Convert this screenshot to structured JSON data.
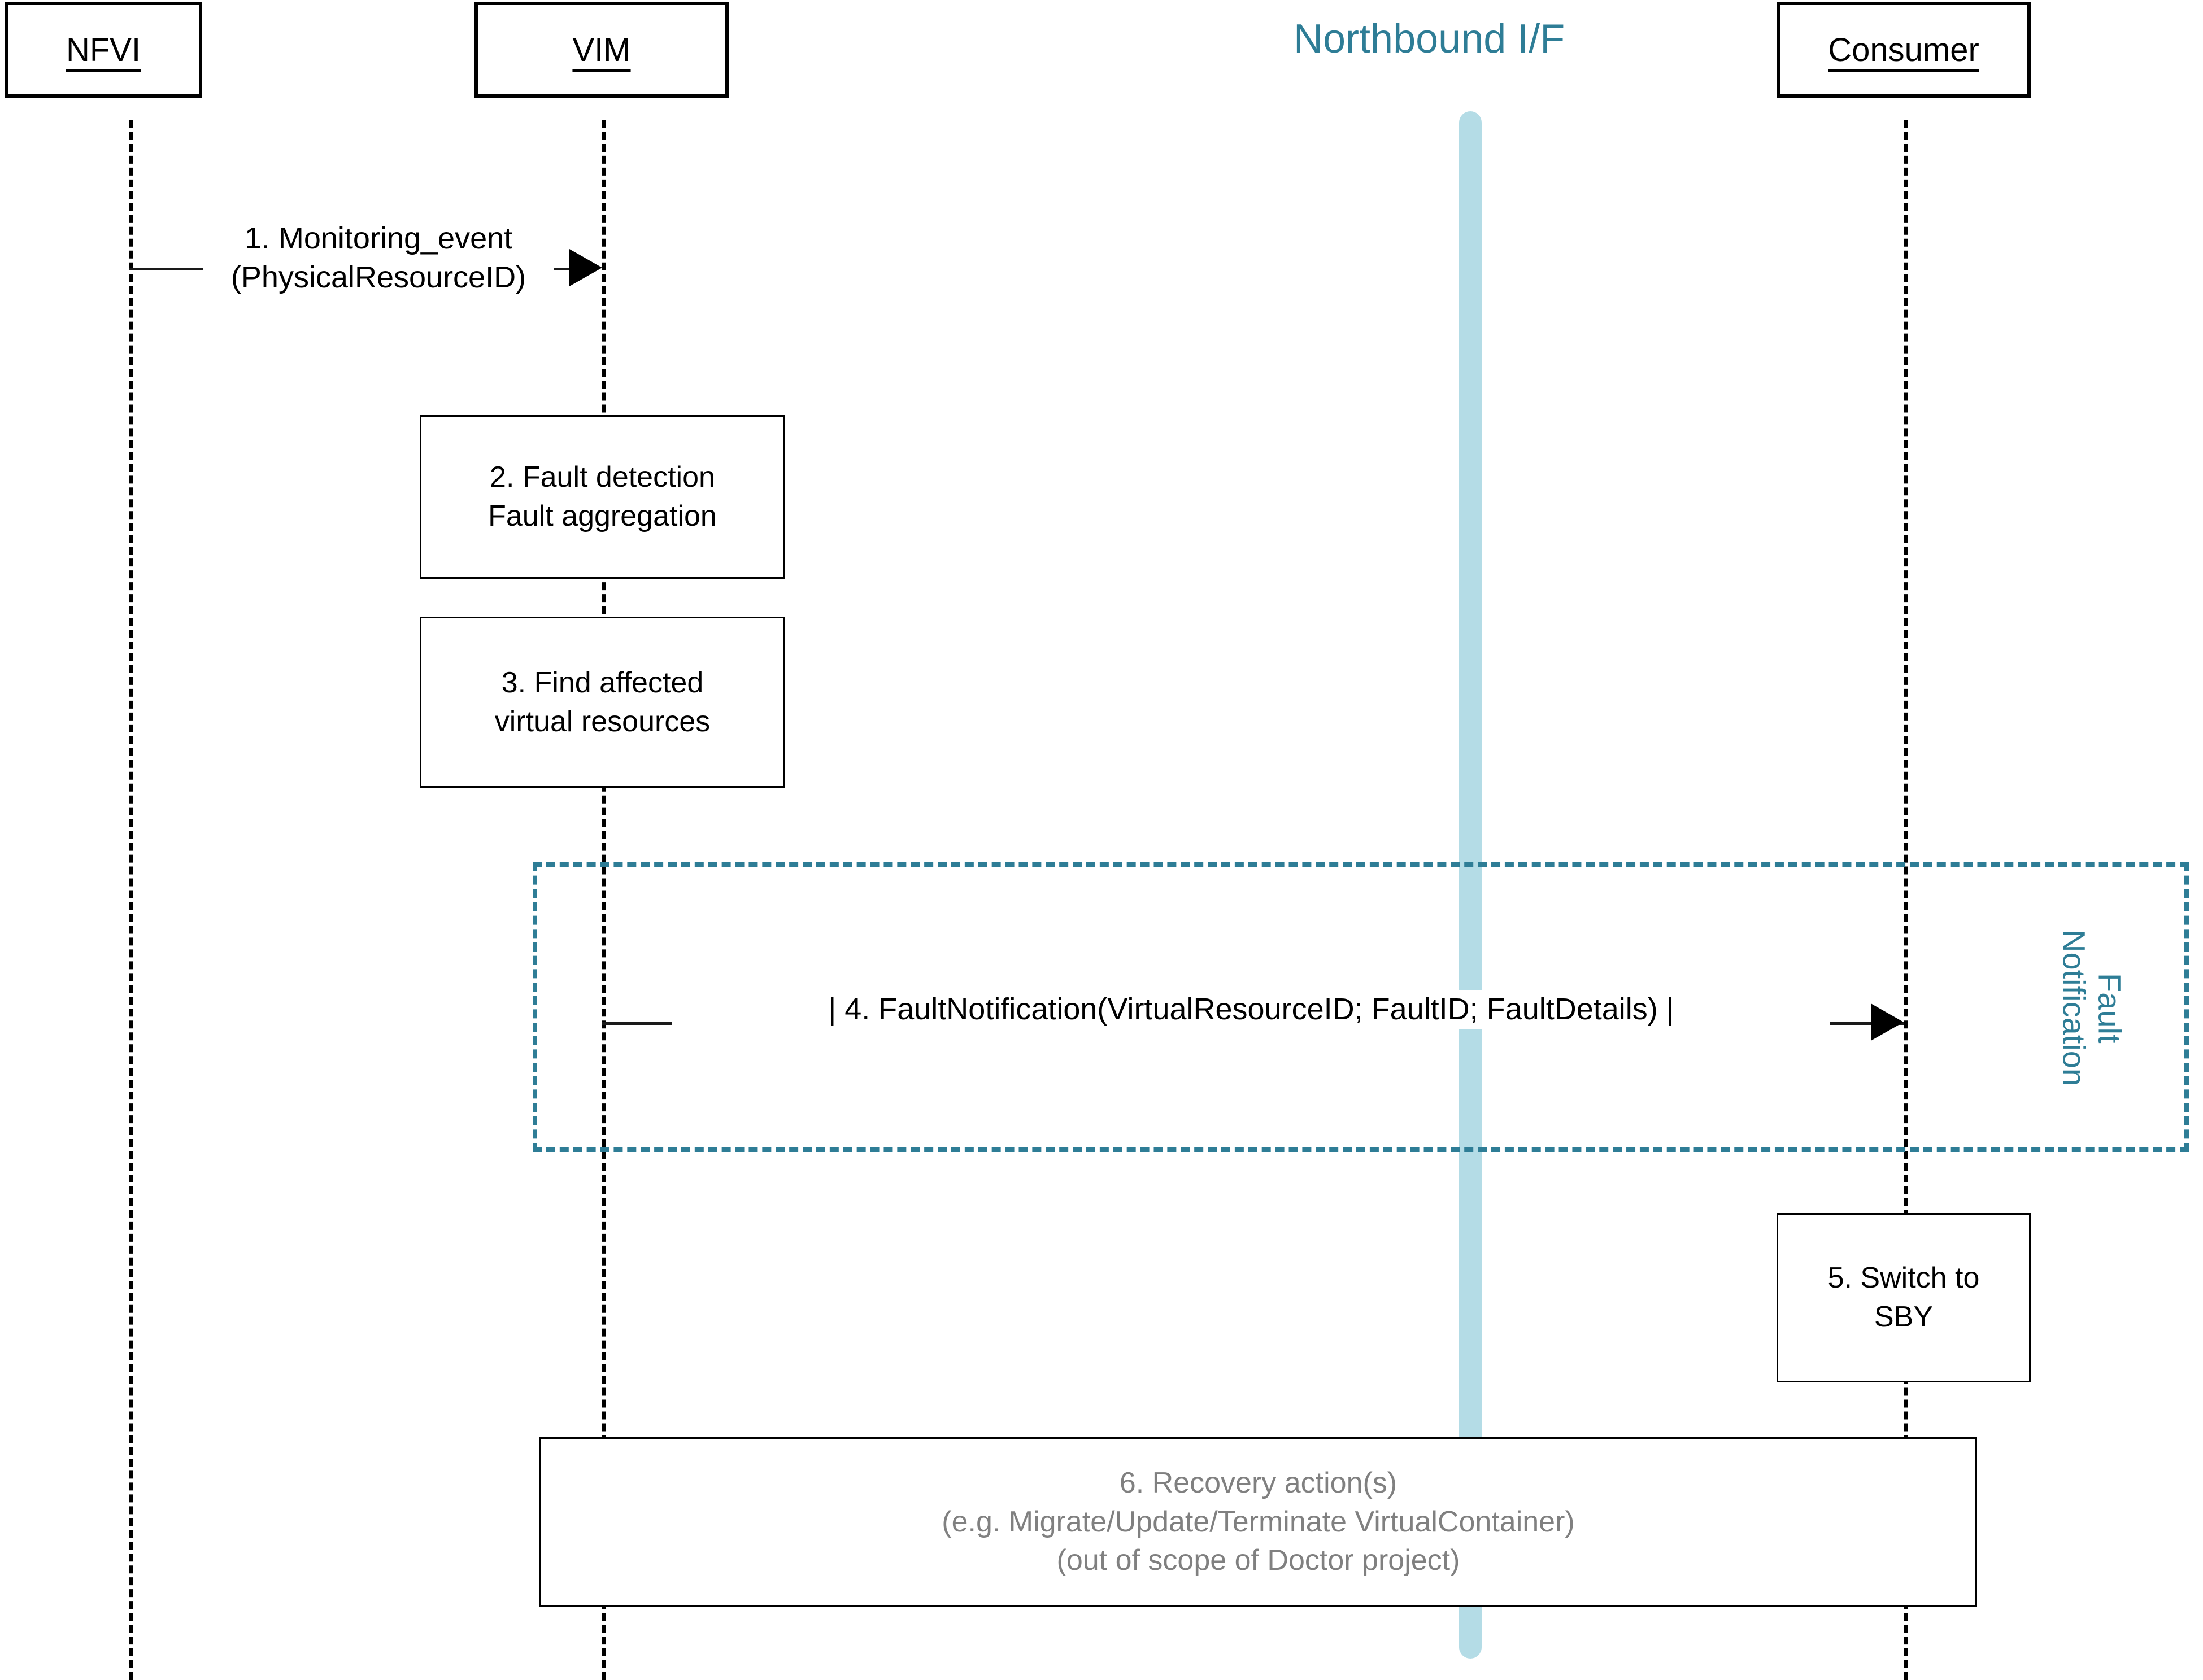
{
  "diagram": {
    "title": "Doctor fault management sequence diagram",
    "accent_teal": "#2E7D96",
    "accent_lightblue": "#B4DCE6",
    "muted_gray": "#808080"
  },
  "actors": [
    {
      "id": "nfvi",
      "label": "NFVI"
    },
    {
      "id": "vim",
      "label": "VIM"
    },
    {
      "id": "consumer",
      "label": "Consumer"
    }
  ],
  "interface": {
    "label": "Northbound I/F"
  },
  "messages": [
    {
      "id": "msg-1",
      "from": "nfvi",
      "to": "vim",
      "lines": [
        "1. Monitoring_event",
        "(PhysicalResourceID)"
      ]
    },
    {
      "id": "msg-4",
      "from": "vim",
      "to": "consumer",
      "lines": [
        "| 4. FaultNotification(VirtualResourceID; FaultID; FaultDetails) |"
      ]
    }
  ],
  "processes": [
    {
      "id": "proc-2",
      "actor": "vim",
      "lines": [
        "2. Fault detection",
        "Fault aggregation"
      ]
    },
    {
      "id": "proc-3",
      "actor": "vim",
      "lines": [
        "3. Find affected",
        "virtual resources"
      ]
    },
    {
      "id": "proc-5",
      "actor": "consumer",
      "lines": [
        "5. Switch to",
        "SBY"
      ]
    },
    {
      "id": "proc-6",
      "actor": "span",
      "lines": [
        "6. Recovery action(s)",
        "(e.g. Migrate/Update/Terminate VirtualContainer)",
        "(out of scope of Doctor project)"
      ]
    }
  ],
  "fragment": {
    "id": "fault-notification-fragment",
    "label": "Fault\nNotification"
  }
}
